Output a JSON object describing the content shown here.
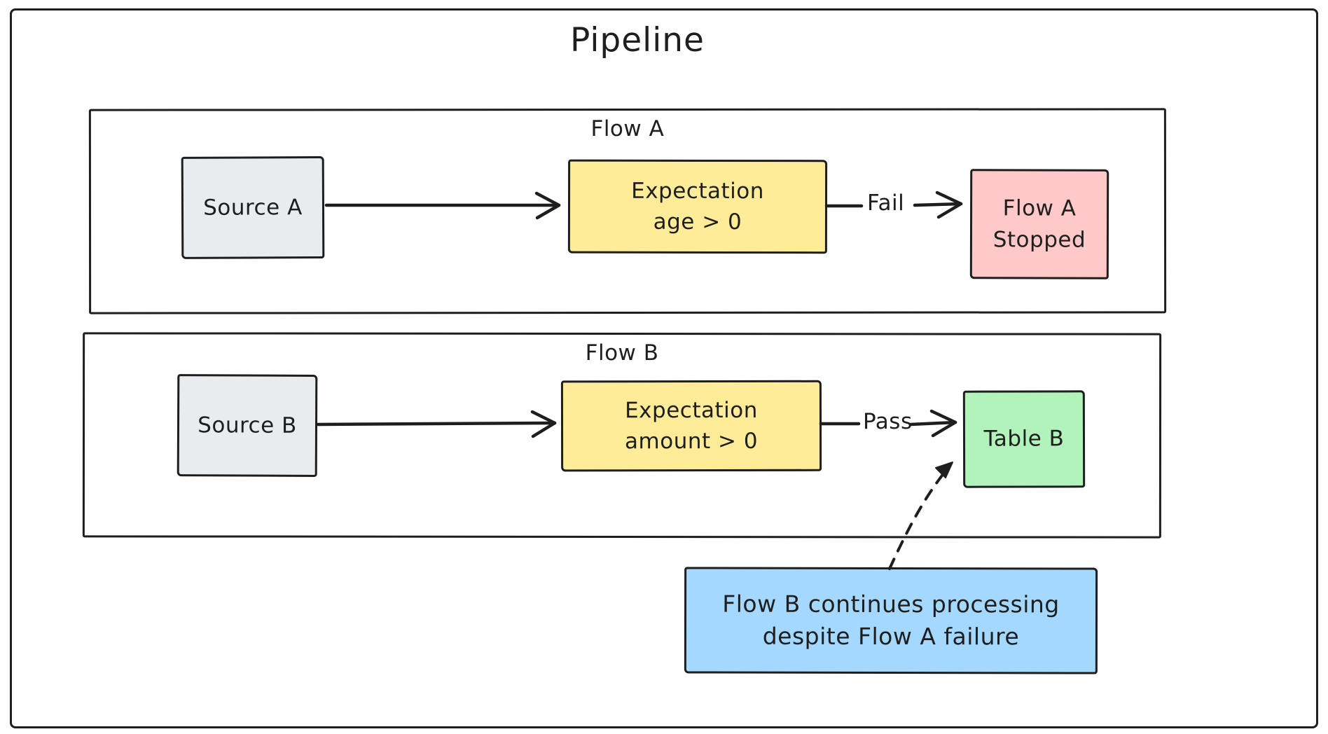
{
  "title": "Pipeline",
  "colors": {
    "stroke": "#1e1e1e",
    "source_fill": "#e9ecef",
    "expectation_fill": "#ffec99",
    "failure_fill": "#ffc9c9",
    "success_fill": "#b2f2bb",
    "note_fill": "#a5d8ff",
    "background": "#ffffff"
  },
  "flow_a": {
    "label": "Flow A",
    "source": "Source A",
    "expectation_line1": "Expectation",
    "expectation_line2": "age > 0",
    "edge_label": "Fail",
    "result_line1": "Flow A",
    "result_line2": "Stopped"
  },
  "flow_b": {
    "label": "Flow B",
    "source": "Source B",
    "expectation_line1": "Expectation",
    "expectation_line2": "amount > 0",
    "edge_label": "Pass",
    "result": "Table B"
  },
  "note": {
    "line1": "Flow B continues processing",
    "line2": "despite Flow A failure"
  }
}
